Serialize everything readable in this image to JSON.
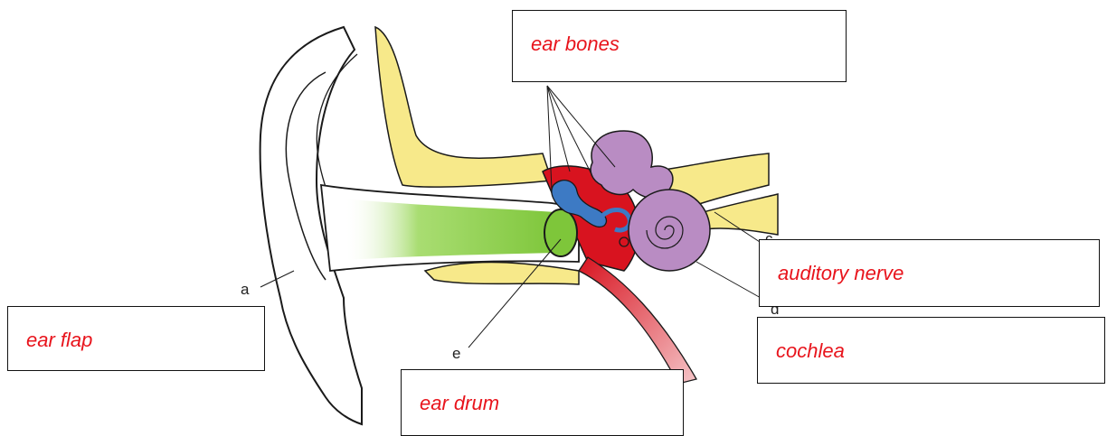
{
  "labels": {
    "ear_bones": "ear bones",
    "ear_flap": "ear flap",
    "ear_drum": "ear drum",
    "auditory_nerve": "auditory nerve",
    "cochlea": "cochlea"
  },
  "letters": {
    "a": "a",
    "c": "c",
    "d": "d",
    "e": "e"
  },
  "colors": {
    "label_text": "#e8141c",
    "bone": "#f7e98a",
    "canal": "#7ec63a",
    "middle_ear": "#d8131f",
    "ossicles": "#3d7ac4",
    "inner_ear": "#b98cc3",
    "outline": "#1a1a1a"
  }
}
